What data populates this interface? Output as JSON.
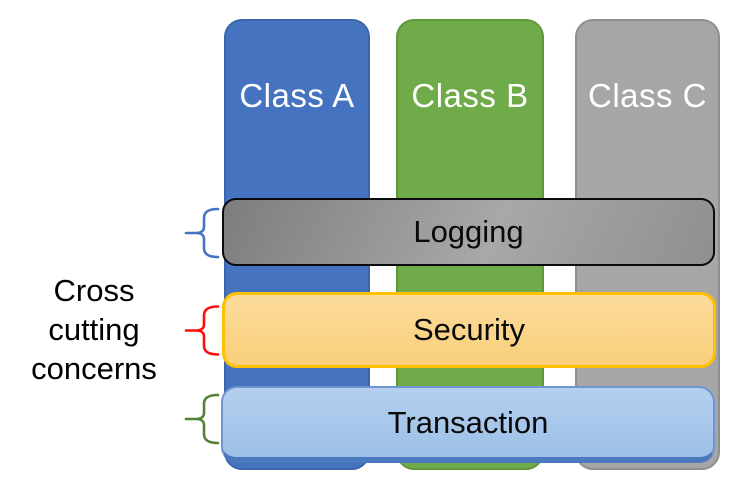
{
  "diagram": {
    "cross_label": {
      "lines": [
        "Cross",
        "cutting",
        "concerns"
      ],
      "color": "#000000"
    },
    "columns": [
      {
        "label": "Class A",
        "fill": "#4472C4",
        "outline": "#3A65A8",
        "text_color": "#FFFFFF"
      },
      {
        "label": "Class B",
        "fill": "#70AD47",
        "outline": "#61973C",
        "text_color": "#FFFFFF"
      },
      {
        "label": "Class C",
        "fill": "#A6A6A6",
        "outline": "#8F8F8F",
        "text_color": "#FFFFFF"
      }
    ],
    "bars": [
      {
        "label": "Logging",
        "fill": "#979797",
        "outline": "#000000",
        "brace_color": "#4472C4",
        "text_color": "#0A0A0A"
      },
      {
        "label": "Security",
        "fill": "#FBD58A",
        "outline": "#FFC000",
        "brace_color": "#FF0D0D",
        "text_color": "#0A0A0A"
      },
      {
        "label": "Transaction",
        "fill": "#A9C8EB",
        "outline": "#5B87C7",
        "brace_color": "#538135",
        "text_color": "#0A0A0A"
      }
    ]
  }
}
